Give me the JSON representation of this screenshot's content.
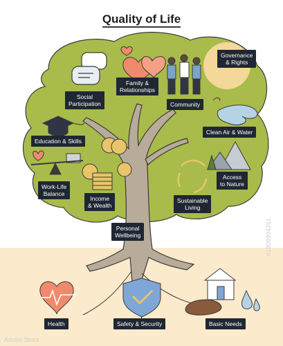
{
  "title": "Quality of Life",
  "labels": {
    "social": "Social\nParticipation",
    "family": "Family &\nRelationships",
    "community": "Community",
    "governance": "Governance\n& Rights",
    "education": "Education & Skills",
    "clean_air": "Clean Air & Water",
    "work_life": "Work-Life\nBalance",
    "income": "Income\n& Wealth",
    "access_nature": "Access\nto Nature",
    "sustainable": "Sustainable\nLiving",
    "personal": "Personal\nWellbeing",
    "health": "Health",
    "safety": "Safety & Security",
    "basic_needs": "Basic Needs"
  },
  "watermark": {
    "brand": "Adobe Stock",
    "id": "#1808994261"
  },
  "colors": {
    "canopy": "#a9bb4a",
    "trunk": "#b8ab9a",
    "ground": "#fbeacb",
    "label_bg": "#1f2733",
    "heart": "#f08a6c",
    "gold": "#e9c46a",
    "shield": "#7ea6d6",
    "sun": "#f3d89a"
  },
  "icons": [
    "speech-bubbles-icon",
    "hearts-icon",
    "people-icon",
    "sun-icon",
    "wind-icon",
    "graduation-cap-icon",
    "balance-scale-icon",
    "coins-icon",
    "mountains-icon",
    "recycle-arrows-icon",
    "heart-pulse-icon",
    "shield-check-icon",
    "house-icon",
    "bread-icon",
    "water-drops-icon"
  ]
}
